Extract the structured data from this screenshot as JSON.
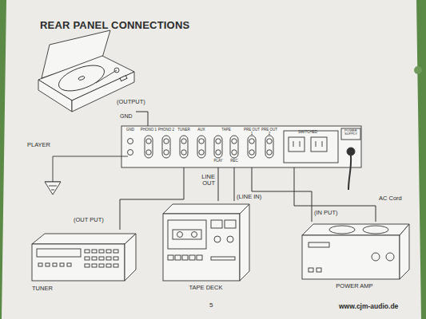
{
  "diagram": {
    "title": "REAR PANEL CONNECTIONS",
    "nodes": [
      {
        "text": [
          "PLAYER"
        ]
      },
      {
        "text": [
          "GND",
          "PHONO 1",
          "PHONO 2",
          "TUNER",
          "AUX",
          "TAPE",
          "PLAY",
          "REC",
          "PRE OUT 1",
          "PRE OUT 2",
          "SWITCHED",
          "POWER SUPPLY"
        ]
      },
      {
        "text": [
          "TUNER"
        ]
      },
      {
        "text": [
          "TAPE DECK"
        ]
      },
      {
        "text": [
          "POWER AMP"
        ]
      }
    ],
    "edges": [
      {
        "from": 0,
        "to": 1,
        "arrow": "none",
        "label": "(OUTPUT)"
      },
      {
        "from": 2,
        "to": 1,
        "arrow": "none",
        "label": "(OUT PUT)"
      },
      {
        "from": 3,
        "to": 1,
        "arrow": "none",
        "label": "LINE OUT"
      },
      {
        "from": 1,
        "to": 3,
        "arrow": "none",
        "label": "(LINE IN)"
      },
      {
        "from": 1,
        "to": 4,
        "arrow": "none",
        "label": "(IN PUT)"
      },
      {
        "from": 4,
        "to": 1,
        "arrow": "none",
        "label": "AC Cord"
      }
    ],
    "labels": [
      "GND",
      "5",
      "www.cjm-audio.de"
    ]
  }
}
